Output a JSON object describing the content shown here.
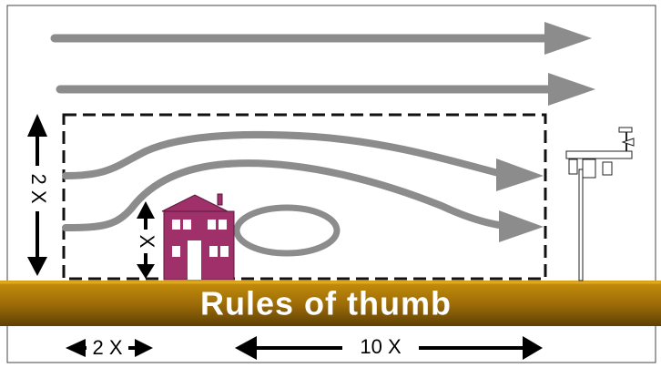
{
  "diagram": {
    "banner_text": "Rules of thumb",
    "label_height_large": "2 X",
    "label_height_small": "X",
    "label_upwind": "2 X",
    "label_downwind": "10 X",
    "colors": {
      "flow_arrow": "#8c8c8c",
      "building": "#a0306a",
      "ground_top": "#b8860b",
      "ground_bottom": "#6b4a05",
      "banner_text": "#ffffff",
      "frame": "#444444"
    },
    "icons": [
      "house-icon",
      "weather-station-icon"
    ]
  }
}
